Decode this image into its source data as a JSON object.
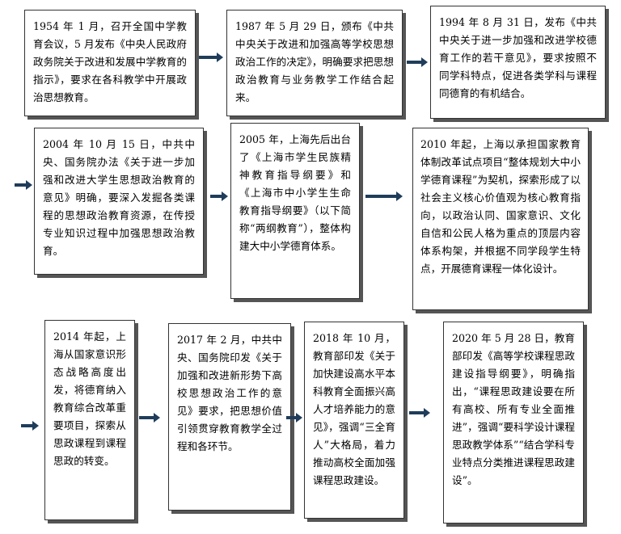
{
  "boxes": [
    "1954 年 1 月，召开全国中学教育会议，5 月发布《中央人民政府政务院关于改进和发展中学教育的指示》，要求在各科教学中开展政治思想教育。",
    "1987 年 5 月 29 日，颁布《中共中央关于改进和加强高等学校思想政治工作的决定》，明确要求把思想政治教育与业务教学工作结合起来。",
    "1994 年 8 月 31 日，发布《中共中央关于进一步加强和改进学校德育工作的若干意见》，要求按照不同学科特点，促进各类学科与课程同德育的有机结合。",
    "2004 年 10 月 15 日，中共中央、国务院办法《关于进一步加强和改进大学生思想政治教育的意见》明确，要深入发掘各类课程的思想政治教育资源，在传授专业知识过程中加强思想政治教育。",
    "2005 年，上海先后出台了《上海市学生民族精神教育指导纲要》和《上海市中小学生生命教育指导纲要》（以下简称“两纲教育”），整体构建大中小学德育体系。",
    "2010 年起，上海以承担国家教育体制改革试点项目“整体规划大中小学德育课程”为契机，探索形成了以社会主义核心价值观为核心教育指向，以政治认同、国家意识、文化自信和公民人格为重点的顶层内容体系构架，并根据不同学段学生特点，开展德育课程一体化设计。",
    "2014 年起，上海从国家意识形态战略高度出发，将德育纳入教育综合改革重要项目，探索从思政课程到课程思政的转变。",
    "2017 年 2 月，中共中央、国务院印发《关于加强和改进新形势下高校思想政治工作的意见》要求，把思想价值引领贯穿教育教学全过程和各环节。",
    "2018 年 10 月，教育部印发《关于加快建设高水平本科教育全面振兴高人才培养能力的意见》，强调“三全育人”大格局，着力推动高校全面加强课程思政建设。",
    "2020 年 5 月 28 日，教育部印发《高等学校课程思政建设指导纲要》，明确指出，“课程思政建设要在所有高校、所有专业全面推进”，强调“要科学设计课程思政教学体系”“结合学科专业特点分类推进课程思政建设”。"
  ]
}
